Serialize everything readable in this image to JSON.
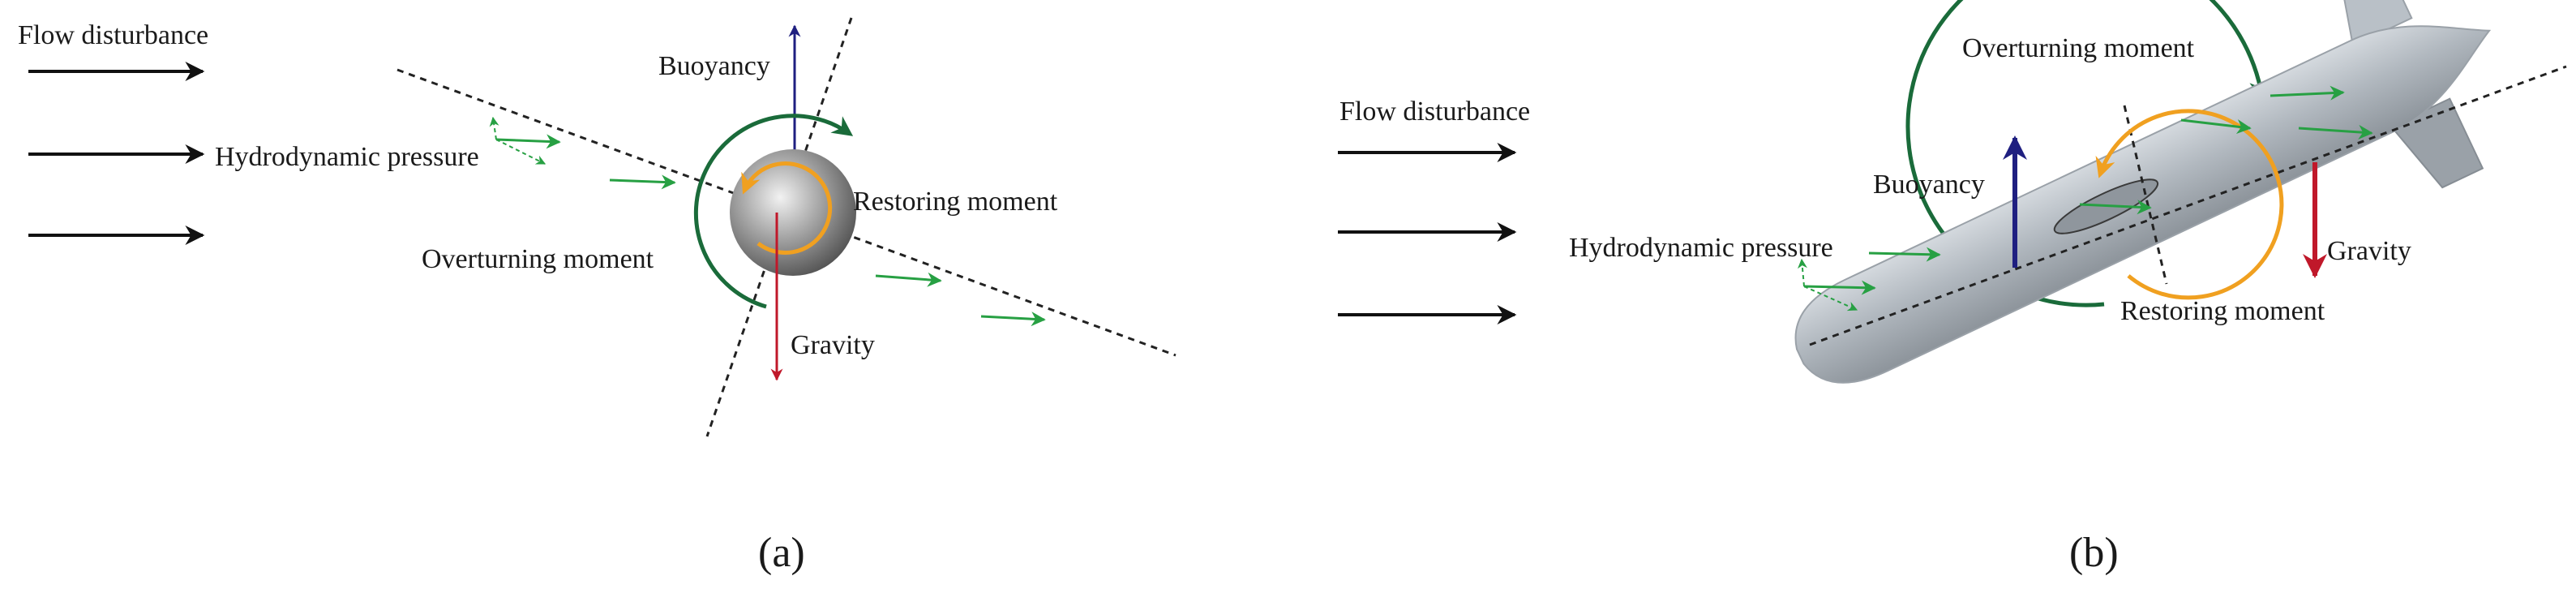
{
  "panel_a": {
    "flow_disturbance": "Flow disturbance",
    "hydrodynamic_pressure": "Hydrodynamic pressure",
    "buoyancy": "Buoyancy",
    "restoring_moment": "Restoring moment",
    "overturning_moment": "Overturning moment",
    "gravity": "Gravity",
    "caption": "(a)"
  },
  "panel_b": {
    "overturning_moment": "Overturning moment",
    "flow_disturbance": "Flow disturbance",
    "buoyancy": "Buoyancy",
    "hydrodynamic_pressure": "Hydrodynamic pressure",
    "gravity": "Gravity",
    "restoring_moment": "Restoring moment",
    "caption": "(b)"
  },
  "colors": {
    "black": "#111111",
    "blue": "#1f1f80",
    "red": "#c0182a",
    "dark_green": "#1a6b3a",
    "green": "#27a043",
    "orange": "#f0a020",
    "body_gray": "#a9b0b8"
  },
  "icons": {
    "flow_arrow": "right-arrow",
    "moment_arrow": "curved-arrow"
  }
}
